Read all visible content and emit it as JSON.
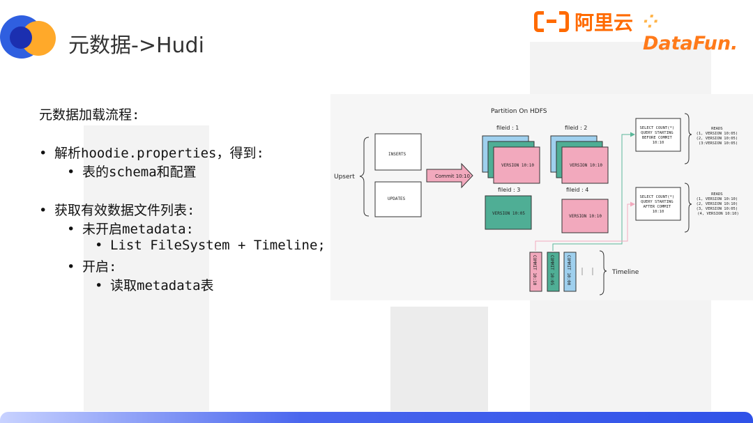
{
  "slide": {
    "title": "元数据->Hudi",
    "logos": {
      "aliyun_text": "阿里云",
      "datafun_text": "DataFun."
    }
  },
  "body": {
    "heading": "元数据加载流程:",
    "items": [
      {
        "bullet": "•",
        "text": "解析hoodie.properties，得到:"
      },
      {
        "bullet": "•",
        "text": "表的schema和配置"
      },
      {
        "bullet": "•",
        "text": "获取有效数据文件列表:"
      },
      {
        "bullet": "•",
        "text": "未开启metadata:"
      },
      {
        "bullet": "•",
        "text": "List FileSystem + Timeline;"
      },
      {
        "bullet": "•",
        "text": "开启:"
      },
      {
        "bullet": "•",
        "text": "读取metadata表"
      }
    ]
  },
  "diagram": {
    "partition_title": "Partition On HDFS",
    "upsert": "Upsert",
    "inserts": "INSERTS",
    "updates": "UPDATES",
    "commit_arrow": "Commit 10:10",
    "file_ids": [
      "fileid : 1",
      "fileid : 2",
      "fileid : 3",
      "fileid : 4"
    ],
    "file_versions": [
      "VERSION 10:10",
      "VERSION 10:10",
      "VERSION 10:05",
      "VERSION 10:10"
    ],
    "query_before": [
      "SELECT COUNT(*)",
      "QUERY STARTING",
      "BEFORE COMMIT",
      "10:10"
    ],
    "query_after": [
      "SELECT COUNT(*)",
      "QUERY STARTING",
      "AFTER COMMIT",
      "10:10"
    ],
    "reads_before": [
      "READS",
      "(1, VERSION 10:05)",
      "(2, VERSION 10:05)",
      "(3:VERSION 10:05)"
    ],
    "reads_after": [
      "READS",
      "(1, VERSION 10:10)",
      "(2, VERSION 10:10)",
      "(3, VERSION 10:05)",
      "(4, VERSION 10:10)"
    ],
    "commits": [
      "COMMIT 10:10",
      "COMMIT 10:05",
      "COMMIT 10:00"
    ],
    "timeline": "Timeline",
    "colors": {
      "pink": "#f2a9bd",
      "teal": "#4fae95",
      "blue": "#9fd0ee",
      "arrow_green": "#5bb79a",
      "arrow_pink": "#f2a9bd"
    }
  }
}
